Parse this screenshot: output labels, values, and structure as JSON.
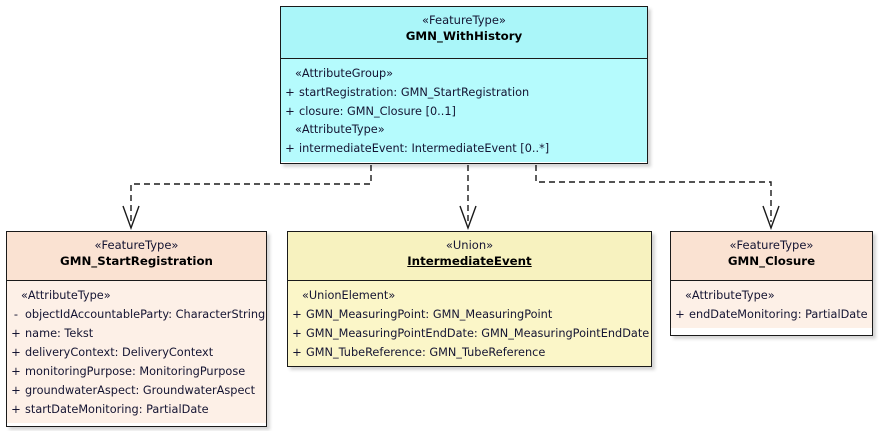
{
  "diagram": {
    "type": "uml-class-diagram",
    "classes": [
      {
        "id": "withhistory",
        "stereotype": "«FeatureType»",
        "name": "GMN_WithHistory",
        "underlined": false,
        "fill": "#b5fbfd",
        "compartments": [
          {
            "label": "«AttributeGroup»",
            "attributes": [
              {
                "visibility": "+",
                "text": "startRegistration: GMN_StartRegistration"
              },
              {
                "visibility": "+",
                "text": "closure: GMN_Closure [0..1]"
              }
            ]
          },
          {
            "label": "«AttributeType»",
            "attributes": [
              {
                "visibility": "+",
                "text": "intermediateEvent: IntermediateEvent [0..*]"
              }
            ]
          }
        ]
      },
      {
        "id": "startregistration",
        "stereotype": "«FeatureType»",
        "name": "GMN_StartRegistration",
        "underlined": false,
        "fill": "#fdf0e7",
        "compartments": [
          {
            "label": "«AttributeType»",
            "attributes": [
              {
                "visibility": "-",
                "text": "objectIdAccountableParty: CharacterString"
              },
              {
                "visibility": "+",
                "text": "name: Tekst"
              },
              {
                "visibility": "+",
                "text": "deliveryContext: DeliveryContext"
              },
              {
                "visibility": "+",
                "text": "monitoringPurpose: MonitoringPurpose"
              },
              {
                "visibility": "+",
                "text": "groundwaterAspect: GroundwaterAspect"
              },
              {
                "visibility": "+",
                "text": "startDateMonitoring: PartialDate"
              }
            ]
          }
        ]
      },
      {
        "id": "intermediateevent",
        "stereotype": "«Union»",
        "name": "IntermediateEvent",
        "underlined": true,
        "fill": "#fbf6c8",
        "compartments": [
          {
            "label": "«UnionElement»",
            "attributes": [
              {
                "visibility": "+",
                "text": "GMN_MeasuringPoint: GMN_MeasuringPoint"
              },
              {
                "visibility": "+",
                "text": "GMN_MeasuringPointEndDate: GMN_MeasuringPointEndDate"
              },
              {
                "visibility": "+",
                "text": "GMN_TubeReference: GMN_TubeReference"
              }
            ]
          }
        ]
      },
      {
        "id": "closure",
        "stereotype": "«FeatureType»",
        "name": "GMN_Closure",
        "underlined": false,
        "fill": "#fdf0e7",
        "compartments": [
          {
            "label": "«AttributeType»",
            "attributes": [
              {
                "visibility": "+",
                "text": "endDateMonitoring: PartialDate"
              }
            ]
          }
        ]
      }
    ],
    "connectors": [
      {
        "name": "dependency-withhistory-to-startregistration",
        "style": "dashed-open-arrow"
      },
      {
        "name": "dependency-withhistory-to-intermediateevent",
        "style": "dashed-open-arrow"
      },
      {
        "name": "dependency-withhistory-to-closure",
        "style": "dashed-open-arrow"
      }
    ],
    "colors": {
      "line": "#1a1a1a",
      "text": "#141432",
      "cyan_header": "#aaf6f9",
      "cyan_body": "#b5fbfd",
      "peach_header": "#fae2d2",
      "peach_body": "#fdf0e7",
      "yellow_header": "#f7f2bf",
      "yellow_body": "#fbf6c8"
    }
  }
}
